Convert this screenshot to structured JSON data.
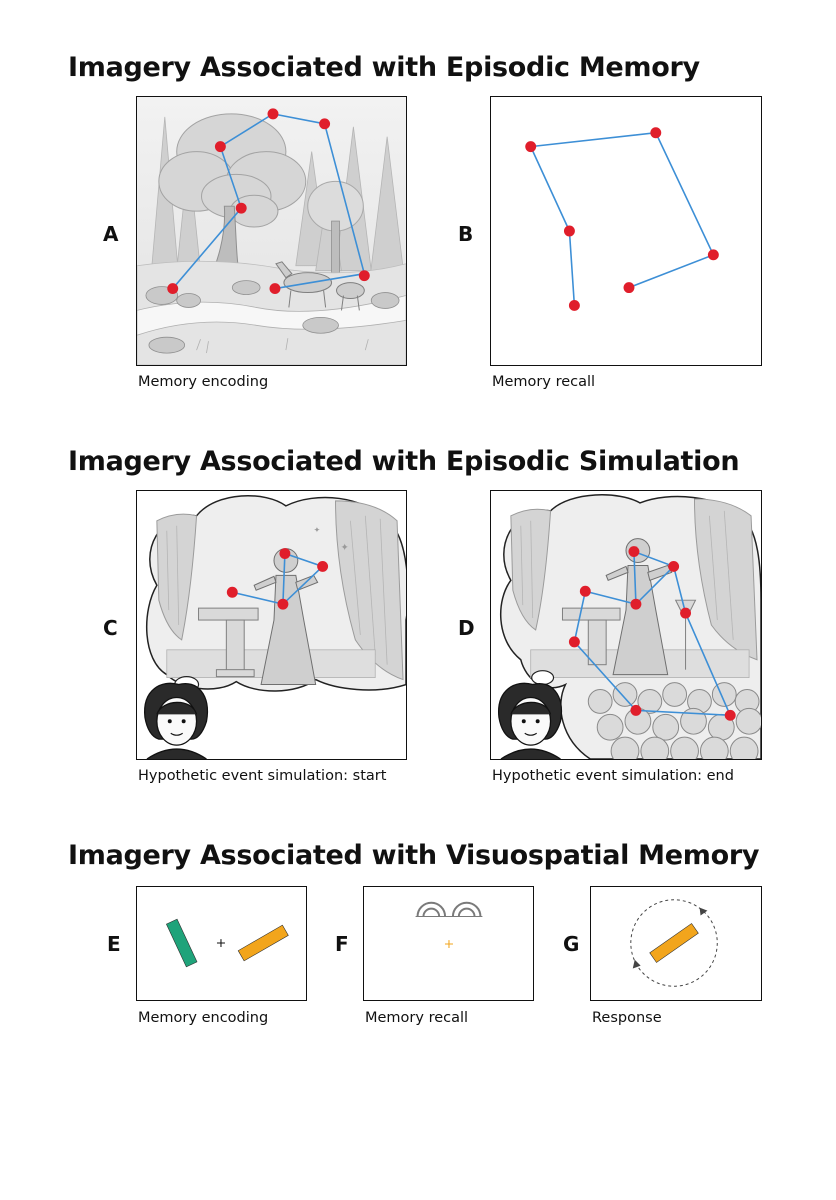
{
  "sections": [
    {
      "title": "Imagery Associated with Episodic Memory"
    },
    {
      "title": "Imagery Associated with Episodic Simulation"
    },
    {
      "title": "Imagery Associated with Visuospatial Memory"
    }
  ],
  "panels": {
    "A": {
      "letter": "A",
      "caption": "Memory encoding"
    },
    "B": {
      "letter": "B",
      "caption": "Memory recall"
    },
    "C": {
      "letter": "C",
      "caption": "Hypothetic event simulation: start"
    },
    "D": {
      "letter": "D",
      "caption": "Hypothetic event simulation: end"
    },
    "E": {
      "letter": "E",
      "caption": "Memory encoding"
    },
    "F": {
      "letter": "F",
      "caption": "Memory recall"
    },
    "G": {
      "letter": "G",
      "caption": "Response"
    }
  },
  "colors": {
    "node_red": "#e01e2b",
    "path_blue": "#3d8fd6",
    "bar_green": "#1fa37a",
    "bar_orange": "#f2a51c",
    "sketch_gray": "#9a9a9a"
  },
  "icons": {
    "A": "forest-scene-icon",
    "C": "stage-thought-bubble-icon",
    "D": "stage-audience-thought-bubble-icon",
    "F": "eyes-icon",
    "G": "rotation-arrow-icon"
  }
}
